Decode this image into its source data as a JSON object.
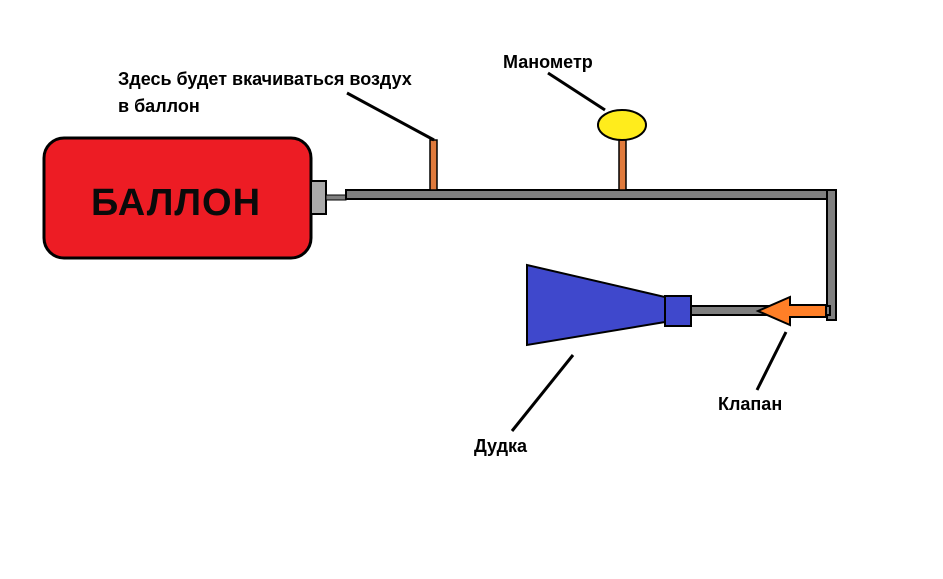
{
  "labels": {
    "cylinder": "БАЛЛОН",
    "air_inlet_line1": "Здесь будет вкачиваться воздух",
    "air_inlet_line2": "в баллон",
    "gauge": "Манометр",
    "valve": "Клапан",
    "horn": "Дудка"
  },
  "colors": {
    "cylinder": "#ed1c24",
    "pipe": "#7f7f7f",
    "stub": "#e07a3c",
    "gauge": "#ffec1c",
    "horn": "#3f48cc",
    "valve_arrow": "#ff7f27",
    "outline": "#000000"
  }
}
